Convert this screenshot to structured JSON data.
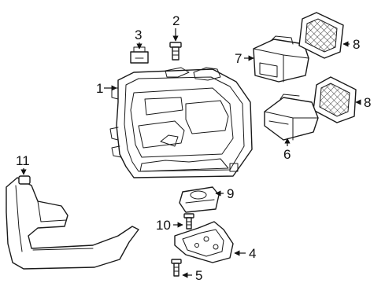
{
  "diagram": {
    "callouts": [
      {
        "id": "1",
        "label": "1"
      },
      {
        "id": "2",
        "label": "2"
      },
      {
        "id": "3",
        "label": "3"
      },
      {
        "id": "4",
        "label": "4"
      },
      {
        "id": "5",
        "label": "5"
      },
      {
        "id": "6",
        "label": "6"
      },
      {
        "id": "7",
        "label": "7"
      },
      {
        "id": "8a",
        "label": "8"
      },
      {
        "id": "8b",
        "label": "8"
      },
      {
        "id": "9",
        "label": "9"
      },
      {
        "id": "10",
        "label": "10"
      },
      {
        "id": "11",
        "label": "11"
      }
    ]
  }
}
